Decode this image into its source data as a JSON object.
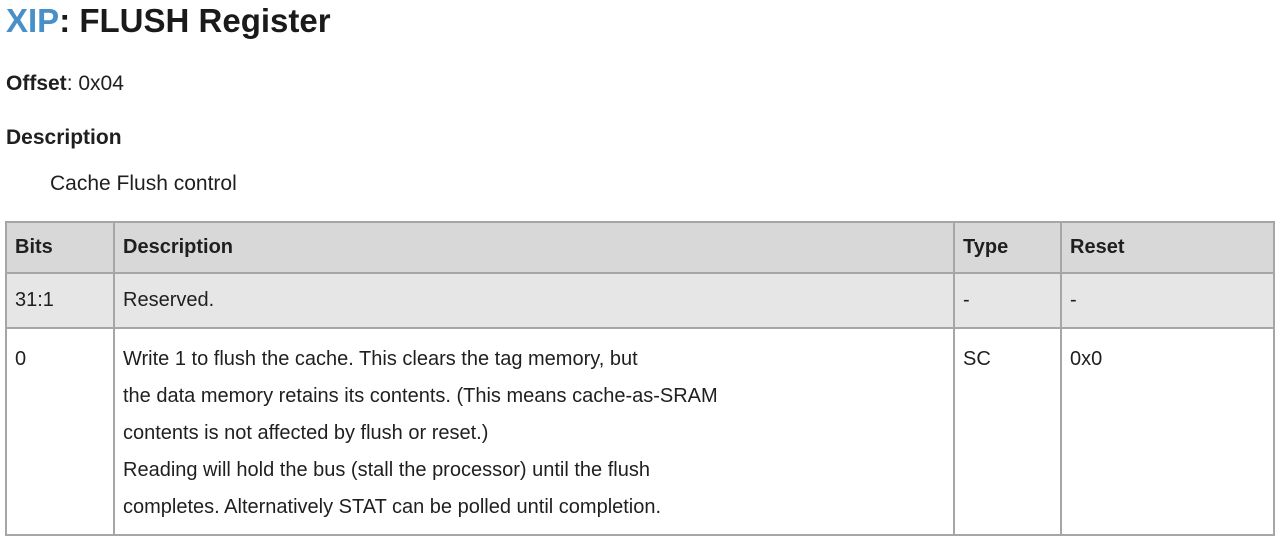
{
  "header": {
    "prefix": "XIP",
    "title_rest": ": FLUSH Register"
  },
  "offset": {
    "label": "Offset",
    "sep": ":",
    "value": " 0x04"
  },
  "description": {
    "heading": "Description",
    "text": "Cache Flush control"
  },
  "table": {
    "headers": {
      "bits": "Bits",
      "description": "Description",
      "type": "Type",
      "reset": "Reset"
    },
    "rows": [
      {
        "bits": "31:1",
        "description_lines": [
          "Reserved."
        ],
        "type": "-",
        "reset": "-"
      },
      {
        "bits": "0",
        "description_lines": [
          "Write 1 to flush the cache. This clears the tag memory, but",
          "the data memory retains its contents. (This means cache-as-SRAM",
          "contents is not affected by flush or reset.)",
          "Reading will hold the bus (stall the processor) until the flush",
          "completes. Alternatively STAT can be polled until completion."
        ],
        "type": "SC",
        "reset": "0x0"
      }
    ]
  },
  "colors": {
    "accent": "#4a90c8",
    "header_bg": "#d8d8d8",
    "shaded_row_bg": "#e6e6e6",
    "border": "#a6a6a6"
  }
}
